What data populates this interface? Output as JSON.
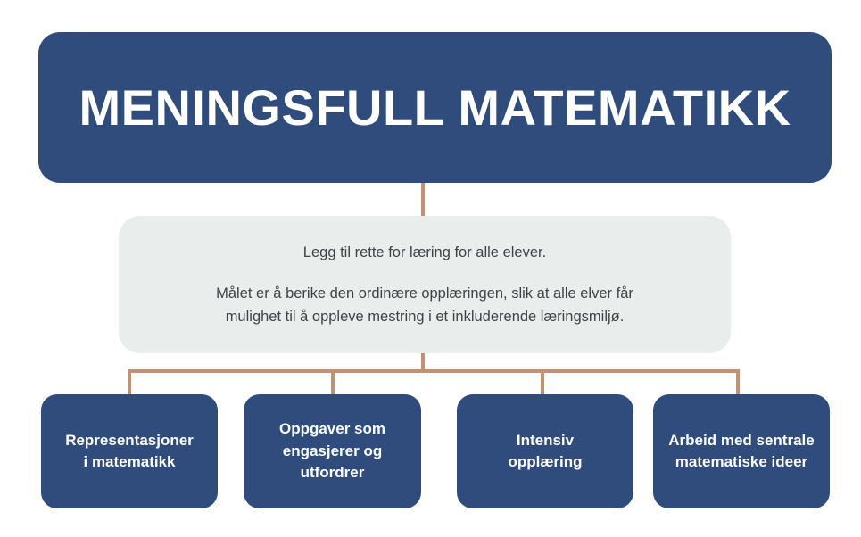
{
  "palette": {
    "dark_blue": "#2f4c7c",
    "connector_tan": "#c19172",
    "description_bg": "#e9eeec",
    "description_text": "#404346",
    "title_text": "#ffffff",
    "branch_text": "#ffffff",
    "background": "#ffffff"
  },
  "diagram": {
    "title": "MENINGSFULL MATEMATIKK",
    "description_paragraphs": [
      {
        "lines": [
          "Legg til rette for læring for alle elever."
        ]
      },
      {
        "lines": [
          "Målet er å berike den ordinære opplæringen, slik at alle elver får",
          "mulighet til å oppleve mestring i et inkluderende læringsmiljø."
        ]
      }
    ],
    "branches": [
      {
        "lines": [
          "Representasjoner",
          "i matematikk"
        ]
      },
      {
        "lines": [
          "Oppgaver som",
          "engasjerer og",
          "utfordrer"
        ]
      },
      {
        "lines": [
          "Intensiv",
          "opplæring"
        ]
      },
      {
        "lines": [
          "Arbeid med sentrale",
          "matematiske ideer"
        ]
      }
    ]
  }
}
